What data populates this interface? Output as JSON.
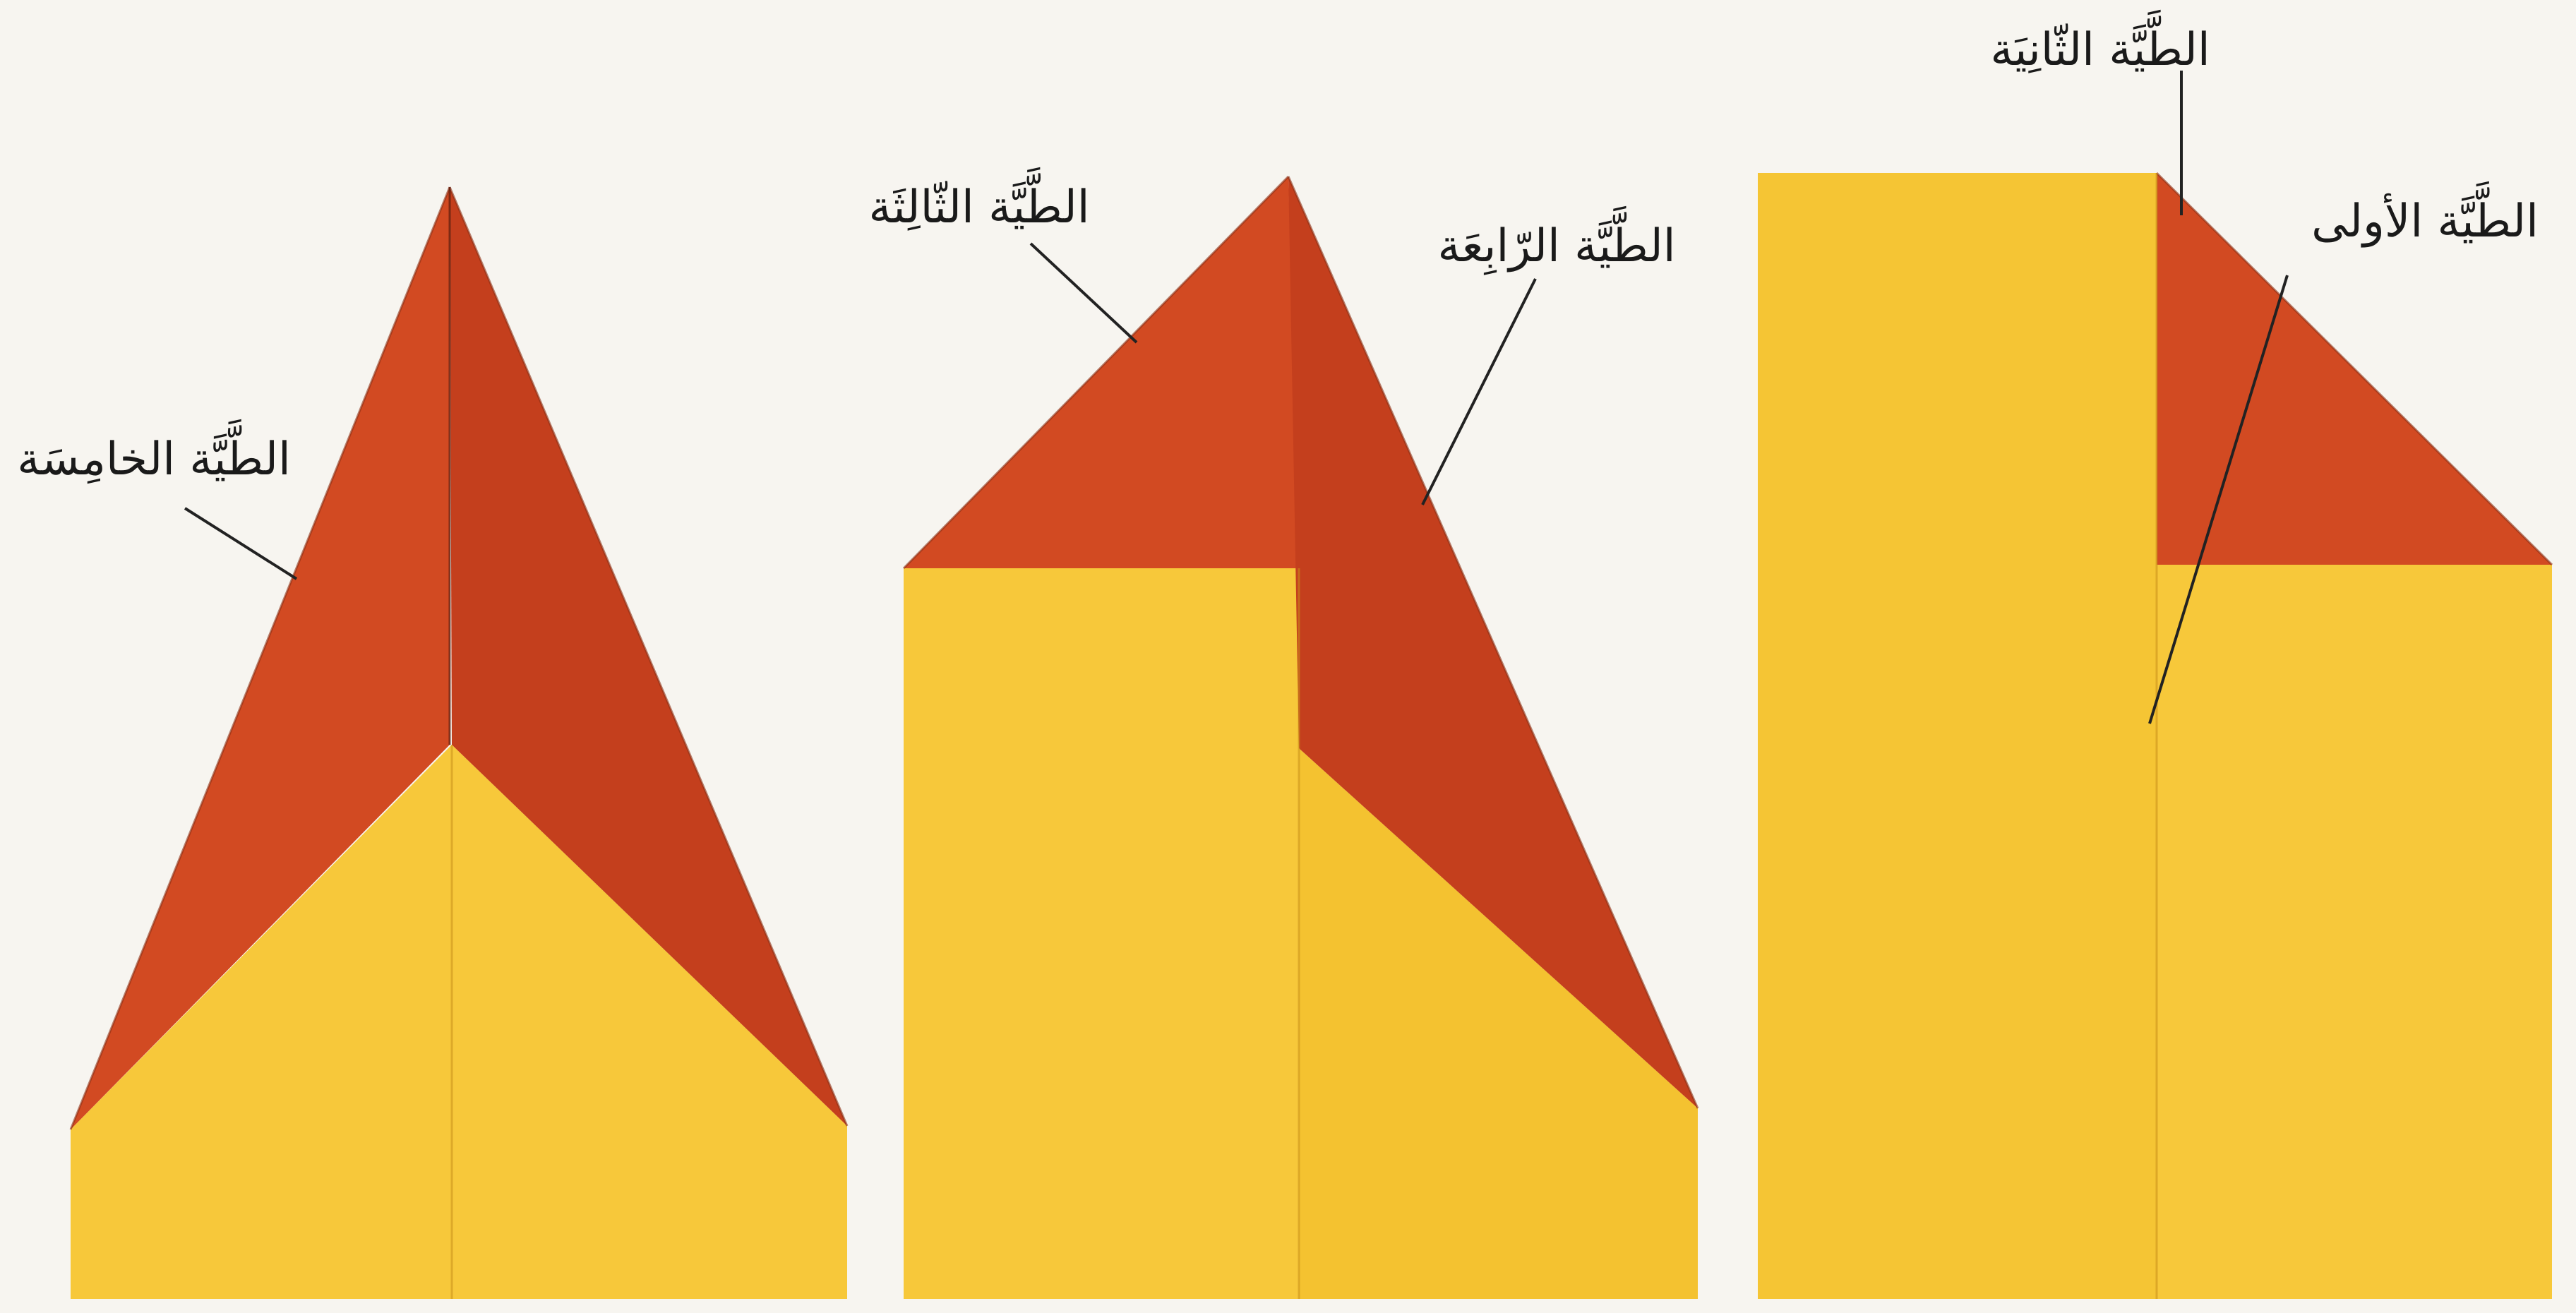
{
  "colors": {
    "paper_yellow": "#f7c83a",
    "paper_yellow_shade": "#efb92a",
    "paper_red": "#d24a22",
    "paper_red_shade": "#c43f1d",
    "background": "#f7f5f0",
    "ink": "#1a1a1a"
  },
  "labels": {
    "fold_1": "الطَّيَّة الأولى",
    "fold_2": "الطَّيَّة الثّانِيَة",
    "fold_3": "الطَّيَّة الثّالِثَة",
    "fold_4": "الطَّيَّة الرّابِعَة",
    "fold_5": "الطَّيَّة الخامِسَة"
  }
}
